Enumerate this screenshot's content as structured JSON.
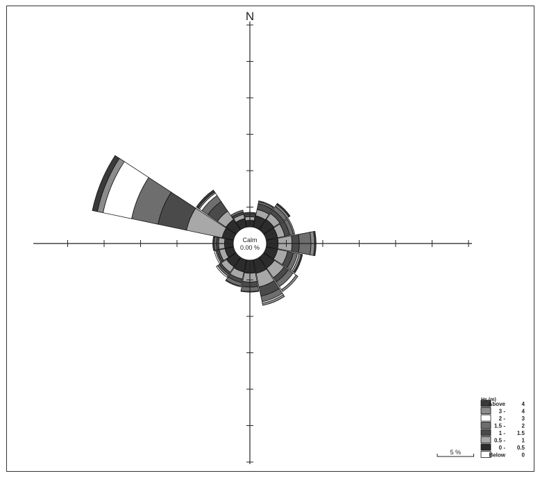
{
  "chart_data": {
    "type": "wind_rose",
    "north_label": "N",
    "calm": {
      "label": "Calm",
      "value_text": "0.00 %"
    },
    "legend": {
      "title": "Hs (m)",
      "bins": [
        {
          "label": "Above",
          "range": "4",
          "color": "#3a3a3a"
        },
        {
          "label": "3 -",
          "range": "4",
          "color": "#8c8c8c"
        },
        {
          "label": "2 -",
          "range": "3",
          "color": "#ffffff"
        },
        {
          "label": "1.5 -",
          "range": "2",
          "color": "#6e6e6e"
        },
        {
          "label": "1 -",
          "range": "1.5",
          "color": "#4a4a4a"
        },
        {
          "label": "0.5 -",
          "range": "1",
          "color": "#a8a8a8"
        },
        {
          "label": "0 -",
          "range": "0.5",
          "color": "#2c2c2c"
        },
        {
          "label": "Below",
          "range": "0",
          "color": "#ffffff"
        }
      ]
    },
    "scale_bar": {
      "label": "5 %",
      "value_percent": 5
    },
    "radial_tick_step_percent": 5,
    "ring_colors_inner_to_outer": [
      "#2c2c2c",
      "#a8a8a8",
      "#4a4a4a",
      "#6e6e6e",
      "#ffffff",
      "#8c8c8c",
      "#3a3a3a"
    ],
    "sectors": [
      {
        "direction_deg": 0,
        "percent_by_bin": [
          0.9,
          0.5,
          0.3,
          0.2,
          0.0,
          0.1,
          0.0
        ]
      },
      {
        "direction_deg": 22.5,
        "percent_by_bin": [
          1.6,
          0.9,
          0.8,
          0.3,
          0.0,
          0.1,
          0.0
        ]
      },
      {
        "direction_deg": 45,
        "percent_by_bin": [
          1.7,
          1.0,
          0.6,
          0.6,
          0.0,
          0.3,
          0.2
        ]
      },
      {
        "direction_deg": 67.5,
        "percent_by_bin": [
          1.6,
          1.0,
          0.7,
          0.5,
          0.0,
          0.2,
          0.0
        ]
      },
      {
        "direction_deg": 90,
        "percent_by_bin": [
          1.6,
          1.9,
          1.0,
          1.6,
          0.0,
          0.5,
          0.2
        ]
      },
      {
        "direction_deg": 112.5,
        "percent_by_bin": [
          1.6,
          1.4,
          0.8,
          0.6,
          0.2,
          0.3,
          0.2
        ]
      },
      {
        "direction_deg": 135,
        "percent_by_bin": [
          1.8,
          1.6,
          0.7,
          0.8,
          0.5,
          0.3,
          0.0
        ]
      },
      {
        "direction_deg": 157.5,
        "percent_by_bin": [
          1.9,
          1.9,
          1.3,
          0.8,
          0.2,
          0.3,
          0.0
        ]
      },
      {
        "direction_deg": 180,
        "percent_by_bin": [
          1.8,
          1.2,
          0.7,
          0.6,
          0.0,
          0.1,
          0.0
        ]
      },
      {
        "direction_deg": 202.5,
        "percent_by_bin": [
          1.7,
          1.0,
          0.5,
          0.5,
          0.1,
          0.0,
          0.0
        ]
      },
      {
        "direction_deg": 225,
        "percent_by_bin": [
          1.6,
          0.9,
          0.3,
          0.3,
          0.2,
          0.0,
          0.0
        ]
      },
      {
        "direction_deg": 247.5,
        "percent_by_bin": [
          1.2,
          0.8,
          0.3,
          0.2,
          0.2,
          0.0,
          0.0
        ]
      },
      {
        "direction_deg": 270,
        "percent_by_bin": [
          1.2,
          0.8,
          0.3,
          0.3,
          0.1,
          0.1,
          0.0
        ]
      },
      {
        "direction_deg": 292.5,
        "percent_by_bin": [
          1.6,
          5.0,
          4.0,
          3.7,
          4.0,
          0.8,
          0.7
        ]
      },
      {
        "direction_deg": 315,
        "percent_by_bin": [
          1.7,
          1.4,
          1.6,
          1.0,
          0.4,
          0.2,
          0.3
        ]
      },
      {
        "direction_deg": 337.5,
        "percent_by_bin": [
          1.2,
          0.6,
          0.3,
          0.3,
          0.0,
          0.0,
          0.0
        ]
      }
    ]
  }
}
